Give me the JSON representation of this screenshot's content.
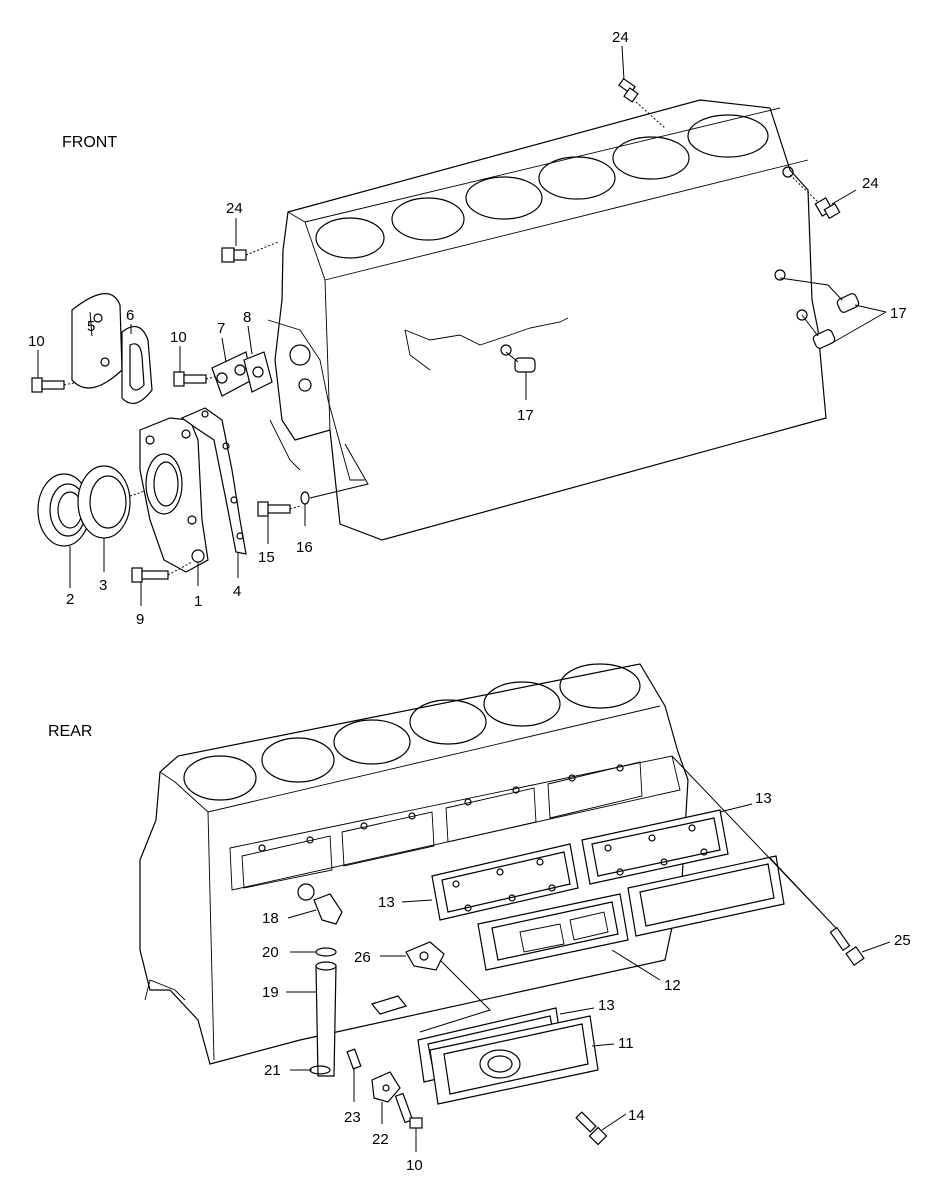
{
  "sections": {
    "front": "FRONT",
    "rear": "REAR"
  },
  "callouts": {
    "c24a": "24",
    "c24b": "24",
    "c24c": "24",
    "c17a": "17",
    "c17b": "17",
    "c10a": "10",
    "c5": "5",
    "c6": "6",
    "c10b": "10",
    "c7": "7",
    "c8": "8",
    "c2": "2",
    "c3": "3",
    "c9": "9",
    "c1": "1",
    "c4": "4",
    "c15": "15",
    "c16": "16",
    "c13a": "13",
    "c13b": "13",
    "c13c": "13",
    "c25": "25",
    "c18": "18",
    "c20": "20",
    "c26": "26",
    "c12": "12",
    "c19": "19",
    "c11": "11",
    "c21": "21",
    "c23": "23",
    "c22": "22",
    "c14": "14",
    "c10c": "10"
  }
}
